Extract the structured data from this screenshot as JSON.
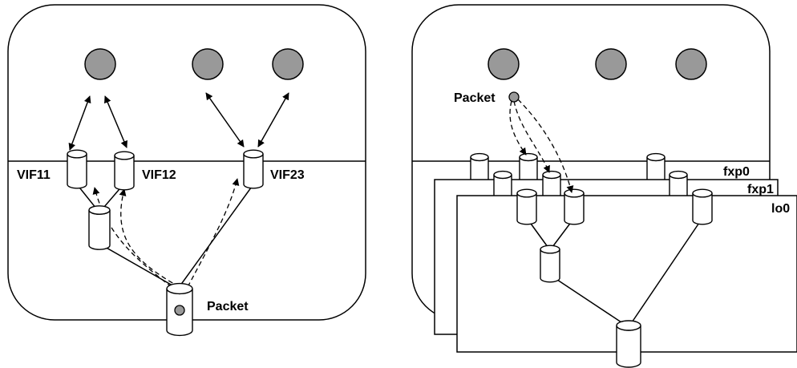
{
  "colors": {
    "node_fill": "#999999",
    "stroke": "#000000",
    "background": "#ffffff"
  },
  "left_panel": {
    "vif_labels": [
      "VIF11",
      "VIF12",
      "VIF23"
    ],
    "packet_label": "Packet"
  },
  "right_panel": {
    "packet_label": "Packet",
    "layer_labels": [
      "fxp0",
      "fxp1",
      "lo0"
    ]
  }
}
